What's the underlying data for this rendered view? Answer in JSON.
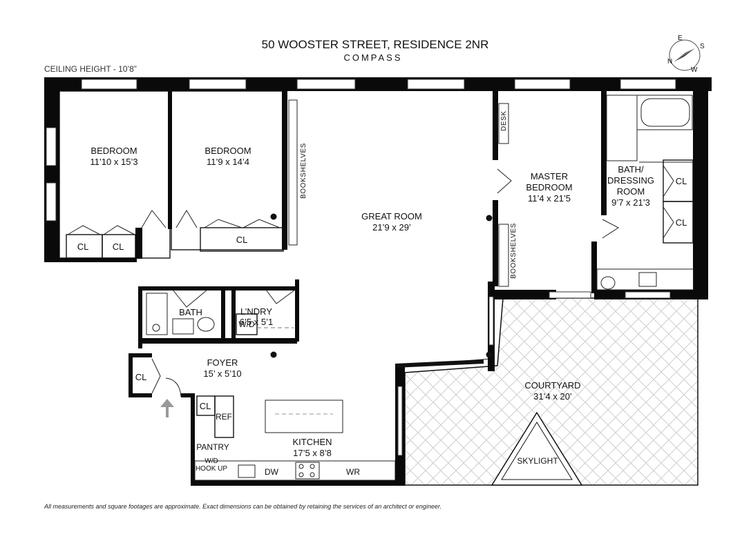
{
  "header": {
    "address": "50 WOOSTER STREET, RESIDENCE 2NR",
    "brand": "COMPASS",
    "ceiling_height": "CEILING HEIGHT - 10’8”"
  },
  "compass_rose": {
    "n": "N",
    "e": "E",
    "s": "S",
    "w": "W"
  },
  "rooms": {
    "bedroom1": {
      "name": "BEDROOM",
      "dims": "11’10 x 15’3"
    },
    "bedroom2": {
      "name": "BEDROOM",
      "dims": "11’9 x 14’4"
    },
    "great_room": {
      "name": "GREAT ROOM",
      "dims": "21’9 x 29’"
    },
    "master_bedroom": {
      "name_line1": "MASTER",
      "name_line2": "BEDROOM",
      "dims": "11’4 x 21’5"
    },
    "bath_dressing": {
      "name_line1": "BATH/",
      "name_line2": "DRESSING",
      "name_line3": "ROOM",
      "dims": "9’7 x 21’3"
    },
    "bath": {
      "name": "BATH"
    },
    "laundry": {
      "name": "L’NDRY",
      "dims": "6’5 x 5’1"
    },
    "foyer": {
      "name": "FOYER",
      "dims": "15’ x 5’10"
    },
    "kitchen": {
      "name": "KITCHEN",
      "dims": "17’5 x 8’8"
    },
    "courtyard": {
      "name": "COURTYARD",
      "dims": "31’4 x 20’"
    },
    "pantry": {
      "name": "PANTRY"
    }
  },
  "fixtures": {
    "closet": "CL",
    "wd": "W/D",
    "ref": "REF",
    "dw": "DW",
    "wr": "WR",
    "wd_hookup_line1": "W/D",
    "wd_hookup_line2": "HOOK UP",
    "bookshelves": "BOOKSHELVES",
    "desk": "DESK",
    "skylight": "SKYLIGHT"
  },
  "footer": {
    "disclaimer": "All measurements and square footages are approximate. Exact dimensions can be obtained by retaining the services of an architect or engineer."
  }
}
